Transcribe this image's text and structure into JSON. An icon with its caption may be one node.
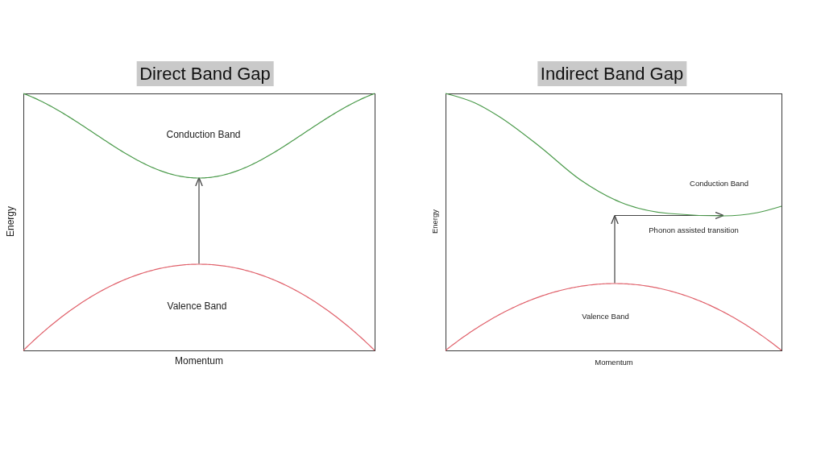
{
  "diagram": {
    "nodes": [
      {
        "text": [
          "Direct Band Gap"
        ],
        "beside": [
          "Energy",
          "Momentum"
        ]
      },
      {
        "text": [
          "Conduction Band"
        ],
        "in": 0
      },
      {
        "text": [
          "Valence Band"
        ],
        "in": 0
      },
      {
        "text": [
          "Indirect Band Gap"
        ],
        "beside": [
          "Energy",
          "Momentum"
        ]
      },
      {
        "text": [
          "Conduction Band"
        ],
        "in": 3
      },
      {
        "text": [
          "Valence Band"
        ],
        "in": 3
      }
    ],
    "edges": [
      {
        "from": 2,
        "to": 1,
        "arrow": "to"
      },
      {
        "from": 5,
        "to": 4,
        "arrow": "to",
        "label": "Phonon assisted transition"
      }
    ]
  }
}
